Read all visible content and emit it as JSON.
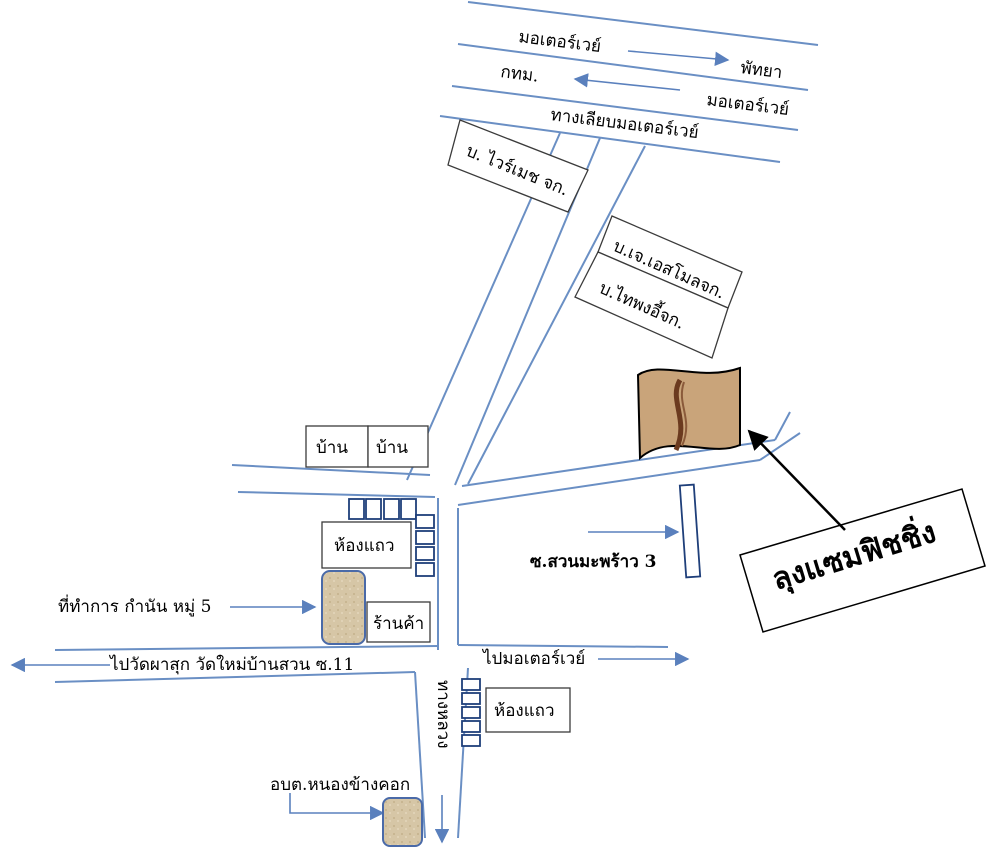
{
  "labels": {
    "motorway_top": "มอเตอร์เวย์",
    "pattaya": "พัทยา",
    "bangkok": "กทม.",
    "motorway_mid": "มอเตอร์เวย์",
    "motorway_frontage": "ทางเลียบมอเตอร์เวย์",
    "co_wirmech": "บ. ไวร์เมช จก.",
    "co_js_mold": "บ.เจ.เอสโมลจก.",
    "co_thaiphong": "บ.ไทพงอี้จก.",
    "house_1": "บ้าน",
    "house_2": "บ้าน",
    "row_house_1": "ห้องแถว",
    "shop": "ร้านค้า",
    "kamnan_office": "ที่ทำการ กำนัน หมู่ 5",
    "to_temples": "ไปวัดผาสุก วัดใหม่บ้านสวน ซ.11",
    "to_motorway": "ไปมอเตอร์เวย์",
    "soi_suan_maprao": "ซ.สวนมะพร้าว 3",
    "row_house_2": "ห้องแถว",
    "vertical_road": "ทางหลวง",
    "obt": "อบต.หนองข้างคอก",
    "title": "ลุงแซมฟิชชิ่ง"
  },
  "colors": {
    "road": "#6a8fc4",
    "plot_fill": "#d8c8a8",
    "pond_fill": "#c9a47a"
  }
}
